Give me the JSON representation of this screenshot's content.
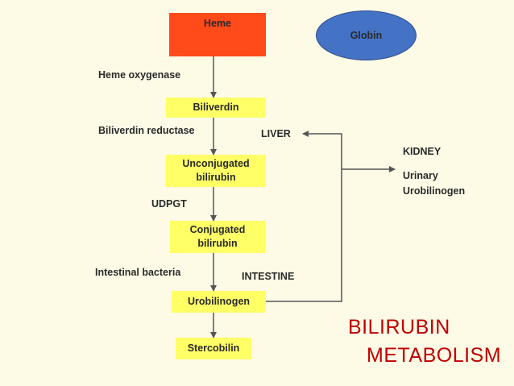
{
  "colors": {
    "background": "#fdfbe6",
    "heme_fill": "#ff4a1a",
    "globin_fill": "#4472c4",
    "step_fill": "#ffff66",
    "title": "#c00000",
    "connector": "#555555"
  },
  "nodes": {
    "heme": "Heme",
    "globin": "Globin",
    "biliverdin": "Biliverdin",
    "unconjugated_1": "Unconjugated",
    "unconjugated_2": "bilirubin",
    "conjugated_1": "Conjugated",
    "conjugated_2": "bilirubin",
    "urobilinogen": "Urobilinogen",
    "stercobilin": "Stercobilin"
  },
  "labels": {
    "heme_oxygenase": "Heme oxygenase",
    "biliverdin_reductase": "Biliverdin reductase",
    "liver": "LIVER",
    "udpgt": "UDPGT",
    "intestinal_bacteria": "Intestinal bacteria",
    "intestine": "INTESTINE",
    "kidney": "KIDNEY",
    "urinary": "Urinary",
    "urobilinogen_kidney": "Urobilinogen"
  },
  "title": {
    "line1": "BILIRUBIN",
    "line2": "METABOLISM"
  }
}
